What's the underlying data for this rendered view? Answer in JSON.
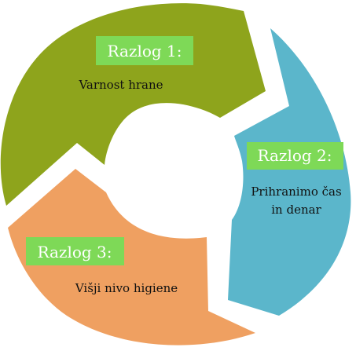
{
  "colors": {
    "green": "#8ea41c",
    "blue": "#5bb6cb",
    "orange": "#efa061",
    "badge": "#7ed957",
    "text": "#111111",
    "background": "#ffffff"
  },
  "segments": [
    {
      "badge": "Razlog 1:",
      "lines": [
        "Varnost hrane"
      ]
    },
    {
      "badge": "Razlog 2:",
      "lines": [
        "Prihranimo čas",
        "in denar"
      ]
    },
    {
      "badge": "Razlog 3:",
      "lines": [
        "Višji nivo higiene"
      ]
    }
  ]
}
